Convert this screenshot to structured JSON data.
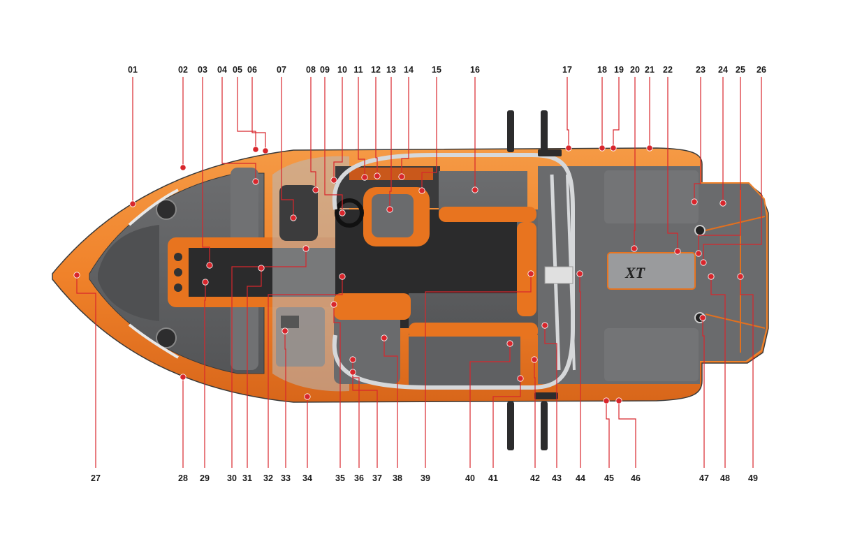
{
  "diagram": {
    "colors": {
      "hull_orange": "#f0822a",
      "dark_orange": "#d8661a",
      "seat_gray": "#5f6062",
      "floor_dark": "#2b2b2c",
      "rail_silver": "#d6d8da",
      "leader_red": "#d8262c"
    },
    "top_labels": [
      "01",
      "02",
      "03",
      "04",
      "05",
      "06",
      "07",
      "08",
      "09",
      "10",
      "11",
      "12",
      "13",
      "14",
      "15",
      "16",
      "17",
      "18",
      "19",
      "20",
      "21",
      "22",
      "23",
      "24",
      "25",
      "26"
    ],
    "bottom_labels": [
      "27",
      "28",
      "29",
      "30",
      "31",
      "32",
      "33",
      "34",
      "35",
      "36",
      "37",
      "38",
      "39",
      "40",
      "41",
      "42",
      "43",
      "44",
      "45",
      "46",
      "47",
      "48",
      "49"
    ],
    "deck_logo": "XT"
  }
}
